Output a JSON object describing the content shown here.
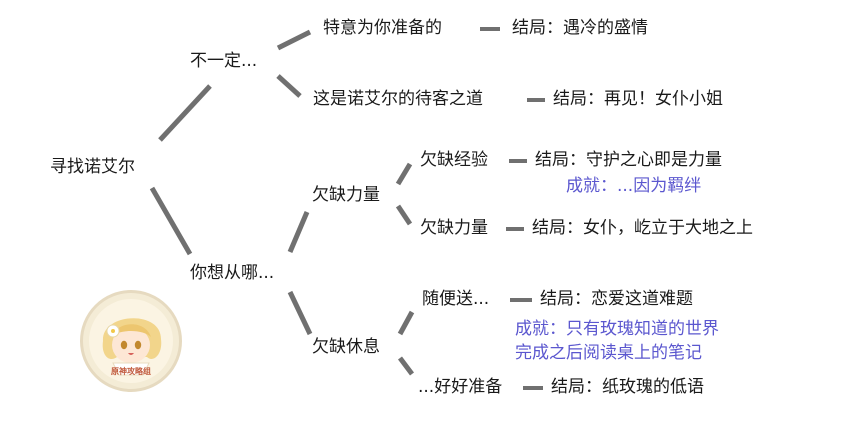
{
  "root": {
    "label": "寻找诺艾尔"
  },
  "branches": [
    {
      "label": "不一定...",
      "children": [
        {
          "label": "特意为你准备的",
          "ending": "结局：遇冷的盛情"
        },
        {
          "label": "这是诺艾尔的待客之道",
          "ending": "结局：再见！女仆小姐"
        }
      ]
    },
    {
      "label": "你想从哪...",
      "children": [
        {
          "label": "欠缺力量",
          "children": [
            {
              "label": "欠缺经验",
              "ending": "结局：守护之心即是力量",
              "achievement": "成就：...因为羁绊"
            },
            {
              "label": "欠缺力量",
              "ending": "结局：女仆，屹立于大地之上"
            }
          ]
        },
        {
          "label": "欠缺休息",
          "children": [
            {
              "label": "随便送...",
              "ending": "结局：恋爱这道难题",
              "achievement_lines": [
                "成就：只有玫瑰知道的世界",
                "完成之后阅读桌上的笔记"
              ]
            },
            {
              "label": "...好好准备",
              "ending": "结局：纸玫瑰的低语"
            }
          ]
        }
      ]
    }
  ],
  "colors": {
    "line": "#707070",
    "text": "#1a1a1a",
    "achievement": "#5b57cf"
  },
  "badge": {
    "label": "原神攻略组",
    "icon": "chibi-character-avatar-icon"
  }
}
